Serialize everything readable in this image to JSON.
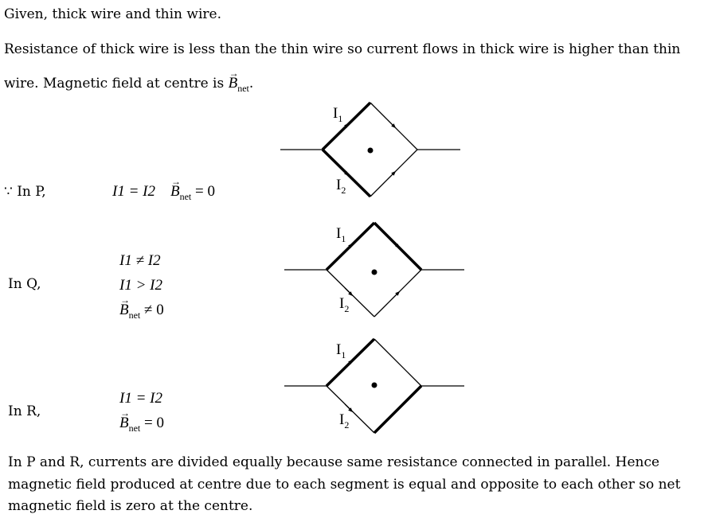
{
  "given": "Given, thick wire and thin wire.",
  "para1_line1": "Resistance of thick wire is less than the thin wire so current flows in thick wire is higher than thin",
  "para1_line2": "wire. Magnetic field at centre is",
  "b_symbol": "B",
  "net": "net",
  "period": ".",
  "case_p": {
    "label": "∵ In P,",
    "eq1": "I1 = I2",
    "eq2": "= 0"
  },
  "case_q": {
    "label": "In Q,",
    "eq1": "I1 ≠ I2",
    "eq2": "I1 > I2",
    "eq3": "≠ 0"
  },
  "case_r": {
    "label": "In R,",
    "eq1": "I1 = I2",
    "eq2": "= 0"
  },
  "diagram_labels": {
    "i1": "I",
    "i2": "I",
    "sub1": "1",
    "sub2": "2"
  },
  "conclusion": [
    "In P and R, currents are divided equally because same resistance connected in parallel. Hence",
    "magnetic field produced at centre due to each segment is equal and opposite to each other so net",
    "magnetic field is zero at the centre."
  ]
}
